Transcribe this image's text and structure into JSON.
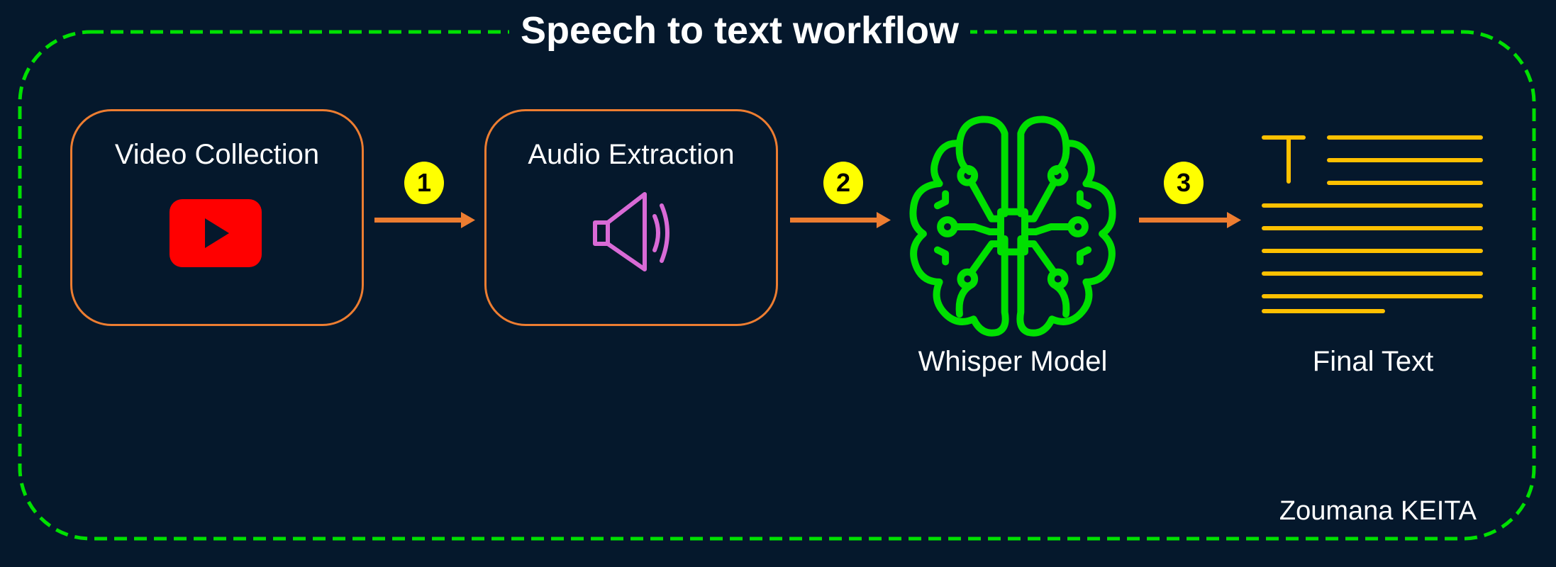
{
  "title": "Speech to text workflow",
  "steps": [
    {
      "label": "Video Collection",
      "icon": "youtube-icon"
    },
    {
      "label": "Audio Extraction",
      "icon": "speaker-icon"
    },
    {
      "label": "Whisper Model",
      "icon": "brain-circuit-icon"
    },
    {
      "label": "Final Text",
      "icon": "text-document-icon"
    }
  ],
  "badges": [
    "1",
    "2",
    "3"
  ],
  "author": "Zoumana KEITA",
  "colors": {
    "background": "#05182c",
    "frame": "#00e000",
    "box": "#ed7d31",
    "badge": "#ffff00",
    "youtube": "#ff0000",
    "speaker": "#d96ad6",
    "brain": "#00e000",
    "text": "#ffc000"
  }
}
